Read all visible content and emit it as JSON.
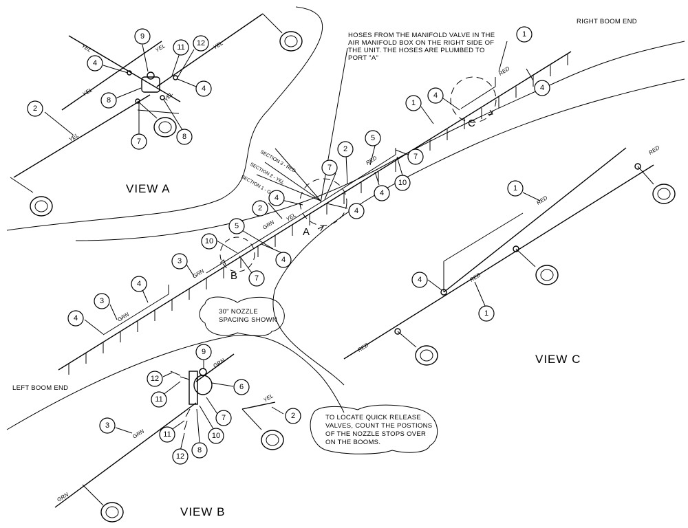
{
  "notes": {
    "hoses": [
      "HOSES FROM THE MANIFOLD VALVE IN THE",
      "AIR MANIFOLD BOX ON THE RIGHT SIDE OF",
      "THE UNIT. THE HOSES ARE PLUMBED TO",
      "PORT \"A\""
    ],
    "right_boom_end": "RIGHT BOOM END",
    "left_boom_end": "LEFT BOOM END",
    "nozzle_spacing": [
      "30\" NOZZLE",
      "SPACING SHOWN"
    ],
    "quick_release": [
      "TO LOCATE QUICK RELEASE",
      "VALVES, COUNT THE POSTIONS",
      "OF THE NOZZLE STOPS OVER",
      "ON THE BOOMS."
    ]
  },
  "views": {
    "a": "VIEW A",
    "b": "VIEW B",
    "c": "VIEW C"
  },
  "detail_markers": {
    "a": "A",
    "b": "B",
    "c": "C"
  },
  "sections": {
    "s3": "SECTION 3 - RED",
    "s2": "SECTION 2 - YEL",
    "s1": "SECTION 1 - GRN"
  },
  "hose_tags": {
    "yel": "YEL",
    "red": "RED",
    "grn": "GRN"
  },
  "callouts": {
    "va_9": "9",
    "va_11": "11",
    "va_12": "12",
    "va_4a": "4",
    "va_4b": "4",
    "va_2": "2",
    "va_8a": "8",
    "va_8b": "8",
    "va_7": "7",
    "m_1a": "1",
    "m_1b": "1",
    "m_4a": "4",
    "m_4b": "4",
    "m_2a": "2",
    "m_5a": "5",
    "m_7a": "7",
    "m_7b": "7",
    "m_4c": "4",
    "m_10a": "10",
    "m_2b": "2",
    "m_4d": "4",
    "m_4e": "4",
    "m_5b": "5",
    "m_4f": "4",
    "m_10b": "10",
    "m_7c": "7",
    "m_3a": "3",
    "m_4g": "4",
    "m_3b": "3",
    "m_4h": "4",
    "vc_1a": "1",
    "vc_4": "4",
    "vc_1b": "1",
    "vb_9": "9",
    "vb_12a": "12",
    "vb_6": "6",
    "vb_11a": "11",
    "vb_2": "2",
    "vb_3": "3",
    "vb_7": "7",
    "vb_11b": "11",
    "vb_10": "10",
    "vb_8": "8",
    "vb_12b": "12"
  }
}
